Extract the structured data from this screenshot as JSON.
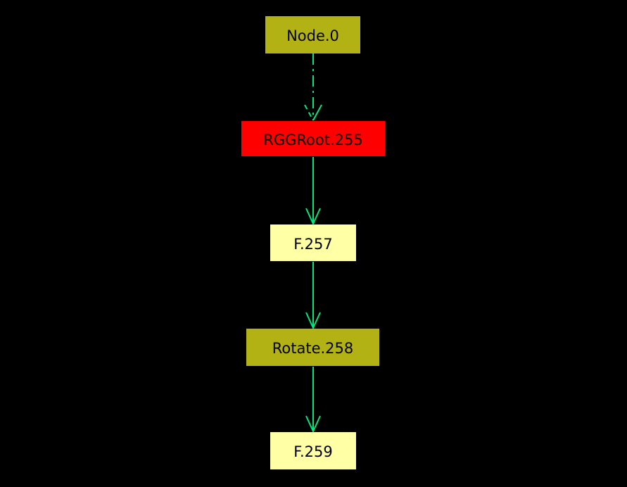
{
  "canvas": {
    "background": "#000000"
  },
  "colors": {
    "edge": "#00e87c",
    "olive_node": "#b2b215",
    "red_node": "#ff0000",
    "pale_yellow_node": "#ffffa6",
    "label_text": "#000000"
  },
  "graph": {
    "nodes": [
      {
        "id": "node-0",
        "label": "Node.0",
        "fill": "#b2b215"
      },
      {
        "id": "rggroot-255",
        "label": "RGGRoot.255",
        "fill": "#ff0000"
      },
      {
        "id": "f-257",
        "label": "F.257",
        "fill": "#ffffa6"
      },
      {
        "id": "rotate-258",
        "label": "Rotate.258",
        "fill": "#b2b215"
      },
      {
        "id": "f-259",
        "label": "F.259",
        "fill": "#ffffa6"
      }
    ],
    "edges": [
      {
        "from": "Node.0",
        "to": "RGGRoot.255",
        "style": "dash-dot",
        "arrowhead": "open-vee",
        "color": "#00e87c"
      },
      {
        "from": "RGGRoot.255",
        "to": "F.257",
        "style": "solid",
        "arrowhead": "open-vee",
        "color": "#00e87c"
      },
      {
        "from": "F.257",
        "to": "Rotate.258",
        "style": "solid",
        "arrowhead": "open-vee",
        "color": "#00e87c"
      },
      {
        "from": "Rotate.258",
        "to": "F.259",
        "style": "solid",
        "arrowhead": "open-vee",
        "color": "#00e87c"
      }
    ]
  }
}
